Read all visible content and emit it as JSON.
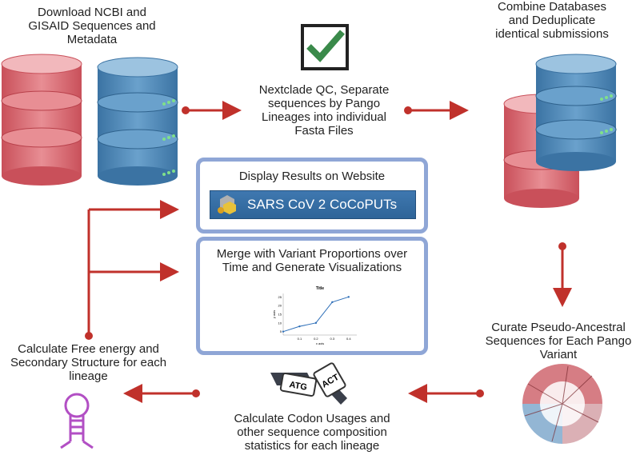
{
  "steps": {
    "download": "Download NCBI and\nGISAID Sequences and\nMetadata",
    "nextclade": "Nextclade QC, Separate\nsequences by Pango\nLineages into individual\nFasta Files",
    "combine": "Combine Databases\nand Deduplicate\nidentical submissions",
    "display": "Display Results on Website",
    "merge": "Merge with Variant Proportions over\nTime and Generate Visualizations",
    "curate": "Curate Pseudo-Ancestral\nSequences for Each Pango\nVariant",
    "codon": "Calculate Codon Usages and\nother sequence composition\nstatistics for each lineage",
    "free_energy": "Calculate Free energy and\nSecondary Structure for each\nlineage"
  },
  "website_banner": "SARS CoV 2 CoCoPUTs",
  "codon_cards": [
    "ATG",
    "ACT"
  ],
  "colors": {
    "db_red": "#d9646d",
    "db_blue": "#4f87b6",
    "arrow": "#c0312b",
    "box_border": "#8fa6d6",
    "check": "#3a8a4a",
    "rna": "#b24fc4"
  },
  "chart_data": {
    "type": "line",
    "title": "Title",
    "xlabel": "x axis",
    "ylabel": "y axis",
    "x": [
      0.0,
      0.1,
      0.2,
      0.3,
      0.4
    ],
    "y": [
      5,
      8,
      10,
      22,
      25
    ],
    "xticks": [
      "0.1",
      "0.2",
      "0.3",
      "0.4"
    ],
    "yticks": [
      "5",
      "10",
      "15",
      "20",
      "25"
    ],
    "xlim": [
      0.0,
      0.45
    ],
    "ylim": [
      3,
      27
    ]
  }
}
